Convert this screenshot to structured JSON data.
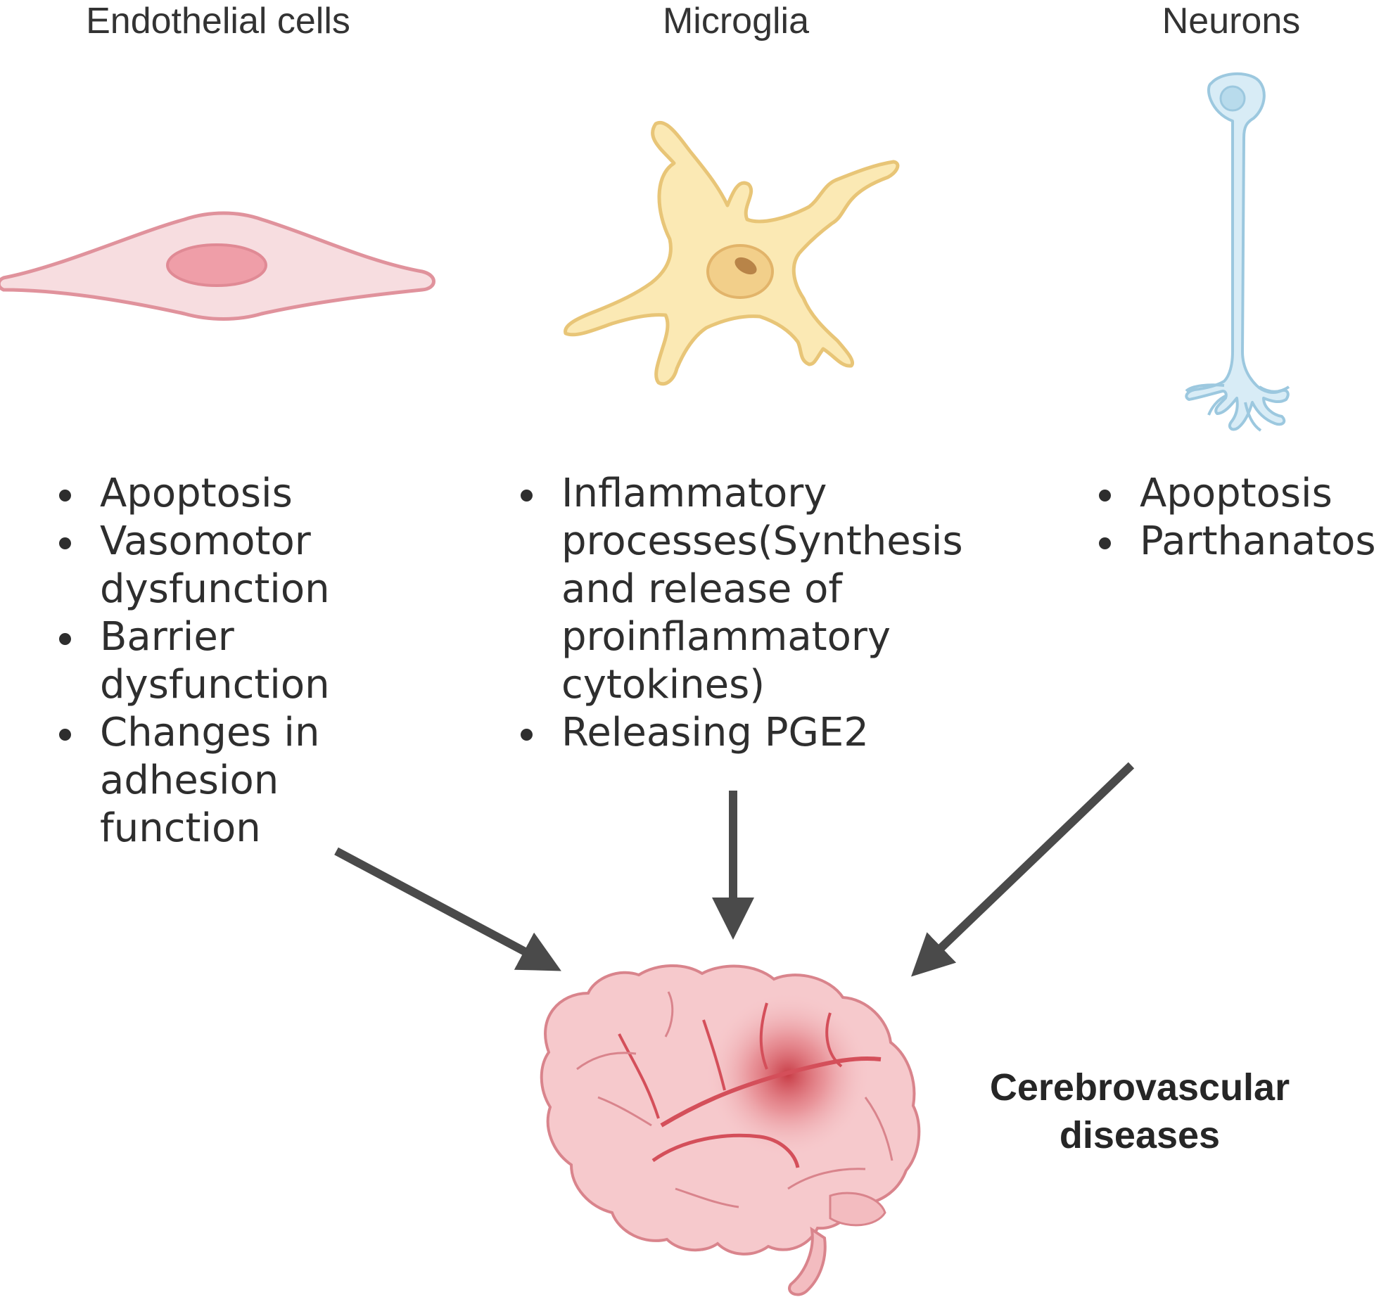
{
  "columns": [
    {
      "title": "Endothelial cells",
      "icon": "endothelial-cell-icon",
      "bullets": [
        [
          "Apoptosis"
        ],
        [
          "Vasomotor",
          "dysfunction"
        ],
        [
          "Barrier",
          "dysfunction"
        ],
        [
          "Changes in",
          "adhesion",
          "function"
        ]
      ]
    },
    {
      "title": "Microglia",
      "icon": "microglia-cell-icon",
      "bullets": [
        [
          "Inflammatory",
          "processes(Synthesis",
          "and release of",
          "proinflammatory",
          "cytokines)"
        ],
        [
          "Releasing PGE2"
        ]
      ]
    },
    {
      "title": "Neurons",
      "icon": "neuron-icon",
      "bullets": [
        [
          "Apoptosis"
        ],
        [
          "Parthanatos"
        ]
      ]
    }
  ],
  "outcome": {
    "label_lines": [
      "Cerebrovascular",
      "diseases"
    ],
    "icon": "brain-icon"
  },
  "colors": {
    "endothelial_fill": "#f7dde0",
    "endothelial_stroke": "#e0929c",
    "endothelial_nucleus": "#ef9ea8",
    "microglia_fill": "#fbe9b4",
    "microglia_stroke": "#e8c577",
    "neuron_fill": "#d8ecf6",
    "neuron_stroke": "#9cc8df",
    "arrow": "#4a4a4a",
    "brain_fill": "#f6c9cc",
    "brain_stroke": "#d9848c",
    "lesion": "#c0242f"
  }
}
